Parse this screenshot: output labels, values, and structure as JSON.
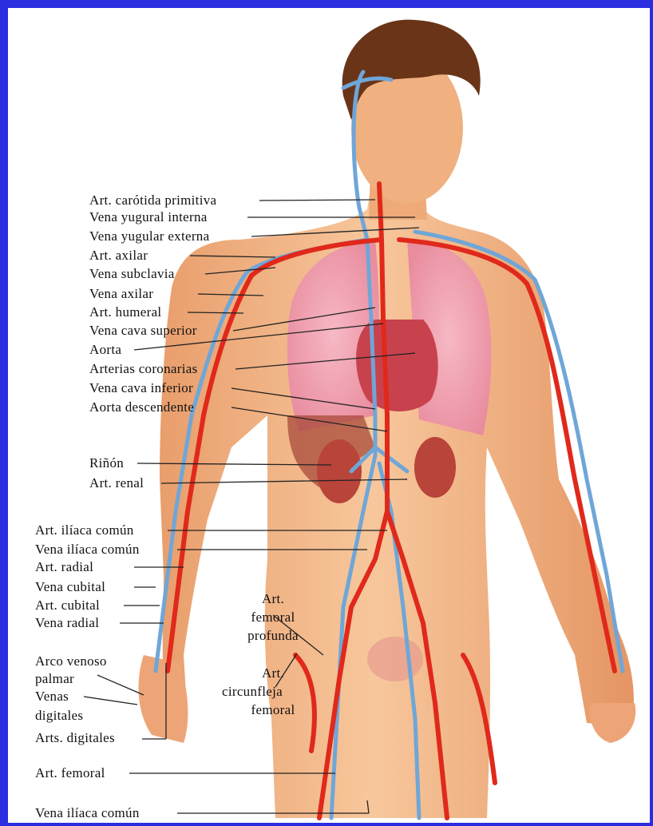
{
  "colors": {
    "frame": "#2a2ee0",
    "skin": "#f2b98a",
    "artery": "#e0291b",
    "vein": "#6fa6d8",
    "lung": "#f0a0b0",
    "heart": "#c8424e",
    "kidney": "#b8443a",
    "hair": "#6a3418"
  },
  "labels": {
    "carotida": "Art. carótida primitiva",
    "yugular_interna": "Vena yugural interna",
    "yugular_externa": "Vena yugular externa",
    "axilar_art": "Art. axilar",
    "subclavia": "Vena subclavia",
    "axilar_vena": "Vena axilar",
    "humeral": "Art. humeral",
    "cava_superior": "Vena cava superior",
    "aorta": "Aorta",
    "coronarias": "Arterias coronarias",
    "cava_inferior": "Vena cava inferior",
    "aorta_descendente": "Aorta descendente",
    "rinon": "Riñón",
    "renal": "Art. renal",
    "iliaca_comun_art": "Art. ilíaca común",
    "iliaca_comun_vena": "Vena ilíaca común",
    "radial_art": "Art. radial",
    "cubital_vena": "Vena cubital",
    "cubital_art": "Art. cubital",
    "radial_vena": "Vena radial",
    "arco_venoso_1": "Arco venoso",
    "arco_venoso_2": "palmar",
    "venas_digitales_1": "Venas",
    "venas_digitales_2": "digitales",
    "arts_digitales": "Arts. digitales",
    "femoral": "Art. femoral",
    "iliaca_comun_vena_bottom": "Vena ilíaca común",
    "femoral_profunda_1": "Art.",
    "femoral_profunda_2": "femoral",
    "femoral_profunda_3": "profunda",
    "circunfleja_1": "Art.",
    "circunfleja_2": "circunfleja",
    "circunfleja_3": "femoral"
  }
}
